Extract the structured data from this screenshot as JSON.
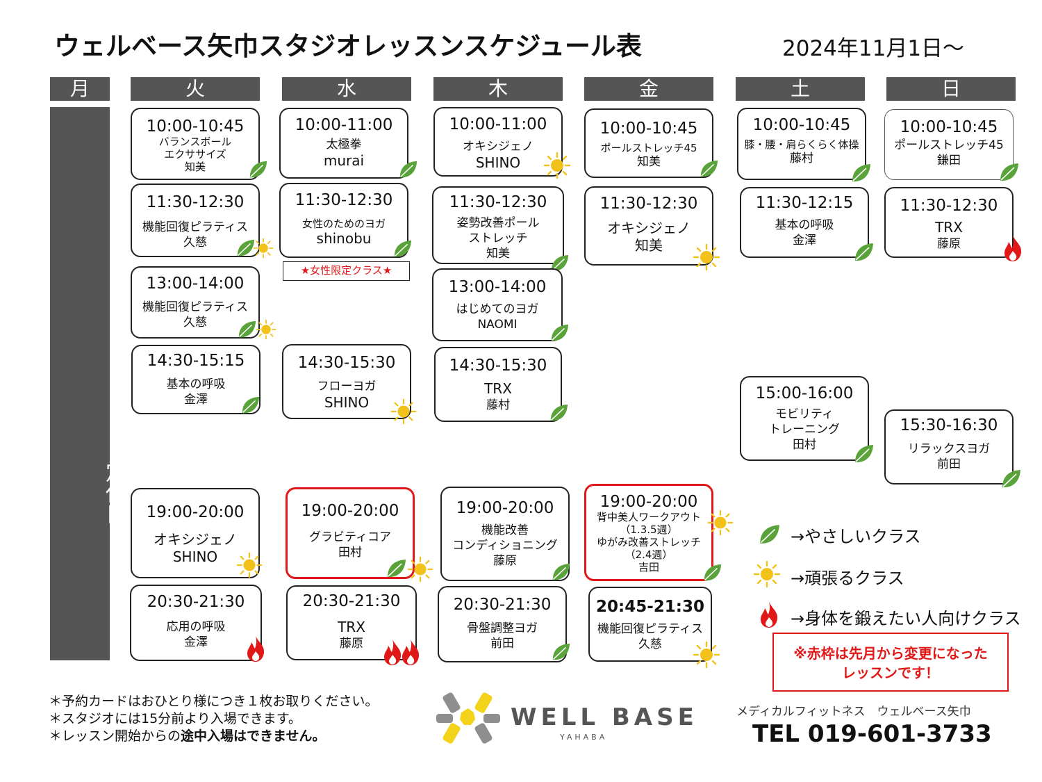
{
  "header": {
    "title": "ウェルベース矢巾スタジオレッスンスケジュール表",
    "date": "2024年11月1日～"
  },
  "days": [
    "月",
    "火",
    "水",
    "木",
    "金",
    "土",
    "日"
  ],
  "monday_closed": "定休日",
  "women_only_tag": "★女性限定クラス★",
  "classes": {
    "tue": [
      {
        "time": "10:00-10:45",
        "lines": [
          "バランスボール",
          "エクササイズ",
          "知美"
        ]
      },
      {
        "time": "11:30-12:30",
        "lines": [
          "機能回復ピラティス",
          "久慈"
        ]
      },
      {
        "time": "13:00-14:00",
        "lines": [
          "機能回復ピラティス",
          "久慈"
        ]
      },
      {
        "time": "14:30-15:15",
        "lines": [
          "基本の呼吸",
          "金澤"
        ]
      },
      {
        "time": "19:00-20:00",
        "lines": [
          "オキシジェノ",
          "SHINO"
        ]
      },
      {
        "time": "20:30-21:30",
        "lines": [
          "応用の呼吸",
          "金澤"
        ]
      }
    ],
    "wed": [
      {
        "time": "10:00-11:00",
        "lines": [
          "太極拳",
          "murai"
        ]
      },
      {
        "time": "11:30-12:30",
        "lines": [
          "女性のためのヨガ",
          "shinobu"
        ]
      },
      {
        "time": "14:30-15:30",
        "lines": [
          "フローヨガ",
          "SHINO"
        ]
      },
      {
        "time": "19:00-20:00",
        "lines": [
          "グラビティコア",
          "田村"
        ]
      },
      {
        "time": "20:30-21:30",
        "lines": [
          "TRX",
          "藤原"
        ]
      }
    ],
    "thu": [
      {
        "time": "10:00-11:00",
        "lines": [
          "オキシジェノ",
          "SHINO"
        ]
      },
      {
        "time": "11:30-12:30",
        "lines": [
          "姿勢改善ポール",
          "ストレッチ",
          "知美"
        ]
      },
      {
        "time": "13:00-14:00",
        "lines": [
          "はじめてのヨガ",
          "NAOMI"
        ]
      },
      {
        "time": "14:30-15:30",
        "lines": [
          "TRX",
          "藤村"
        ]
      },
      {
        "time": "19:00-20:00",
        "lines": [
          "機能改善",
          "コンディショニング",
          "藤原"
        ]
      },
      {
        "time": "20:30-21:30",
        "lines": [
          "骨盤調整ヨガ",
          "前田"
        ]
      }
    ],
    "fri": [
      {
        "time": "10:00-10:45",
        "lines": [
          "ポールストレッチ45",
          "知美"
        ]
      },
      {
        "time": "11:30-12:30",
        "lines": [
          "オキシジェノ",
          "知美"
        ]
      },
      {
        "time": "19:00-20:00",
        "lines": [
          "背中美人ワークアウト",
          "（1.3.5週）",
          "ゆがみ改善ストレッチ",
          "（2.4週）",
          "吉田"
        ]
      },
      {
        "time": "20:45-21:30",
        "lines": [
          "機能回復ピラティス",
          "久慈"
        ]
      }
    ],
    "sat": [
      {
        "time": "10:00-10:45",
        "lines": [
          "膝・腰・肩らくらく体操",
          "藤村"
        ]
      },
      {
        "time": "11:30-12:15",
        "lines": [
          "基本の呼吸",
          "金澤"
        ]
      },
      {
        "time": "15:00-16:00",
        "lines": [
          "モビリティ",
          "トレーニング",
          "田村"
        ]
      }
    ],
    "sun": [
      {
        "time": "10:00-10:45",
        "lines": [
          "ポールストレッチ45",
          "鎌田"
        ]
      },
      {
        "time": "11:30-12:30",
        "lines": [
          "TRX",
          "藤原"
        ]
      },
      {
        "time": "15:30-16:30",
        "lines": [
          "リラックスヨガ",
          "前田"
        ]
      }
    ]
  },
  "legend": {
    "easy": "→やさしいクラス",
    "hard": "→頑張るクラス",
    "strong": "→身体を鍛えたい人向けクラス"
  },
  "notice": [
    "※赤枠は先月から変更になった",
    "レッスンです！"
  ],
  "notes": {
    "line1": "＊予約カードはおひとり様につき１枚お取りください。",
    "line2": "＊スタジオには15分前より入場できます。",
    "line3_pre": "＊レッスン開始からの",
    "line3_bold": "途中入場はできません。"
  },
  "logo": {
    "main": "WELL BASE",
    "sub": "YAHABA"
  },
  "company": "メディカルフィットネス　ウェルベース矢巾",
  "tel": "TEL 019-601-3733",
  "colors": {
    "header_gray": "#555555",
    "leaf_green": "#5aa33a",
    "sun_yellow": "#f2c21a",
    "flame_red": "#e01818",
    "changed_border": "#e01818"
  },
  "icons": [
    "leaf-icon",
    "sun-icon",
    "flame-icon"
  ]
}
